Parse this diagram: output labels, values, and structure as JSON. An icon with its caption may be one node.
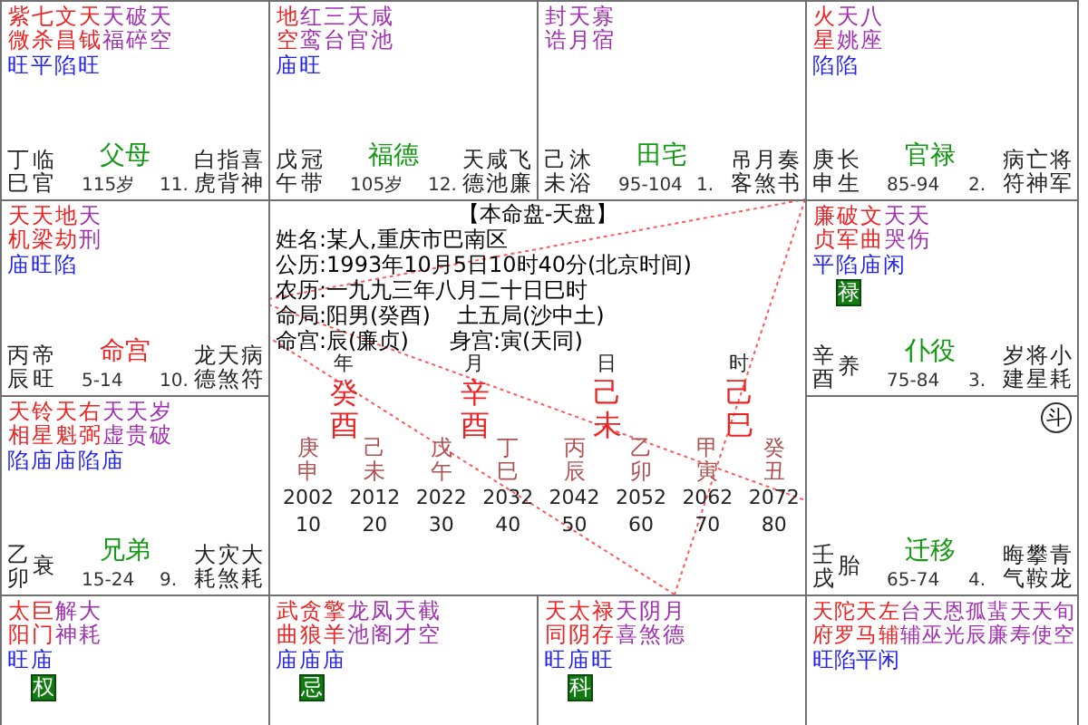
{
  "diagram": {
    "nodes": [
      {
        "text": [
          "紫微",
          "七杀",
          "文昌",
          "天钺",
          "天福",
          "破碎",
          "天空",
          "旺平陷旺",
          "丁巳",
          "临官",
          "父母",
          "115岁",
          "11.",
          "白虎",
          "指背",
          "喜神"
        ]
      },
      {
        "text": [
          "地空",
          "红鸾",
          "三台",
          "天官",
          "咸池",
          "庙旺",
          "戊午",
          "冠带",
          "福德",
          "105岁",
          "12.",
          "天德",
          "咸池",
          "飞廉"
        ]
      },
      {
        "text": [
          "封诰",
          "天月",
          "寡宿",
          "己未",
          "沐浴",
          "田宅",
          "95-104",
          "1.",
          "吊客",
          "月煞",
          "奏书"
        ]
      },
      {
        "text": [
          "火星",
          "天姚",
          "八座",
          "陷陷",
          "庚申",
          "长生",
          "官禄",
          "85-94",
          "2.",
          "病符",
          "亡神",
          "将军"
        ]
      },
      {
        "text": [
          "天机",
          "天梁",
          "地劫",
          "天刑",
          "庙旺陷",
          "丙辰",
          "帝旺",
          "命宫",
          "5-14",
          "10.",
          "龙德",
          "天煞",
          "病符"
        ]
      },
      {
        "text": [
          "廉贞",
          "破军",
          "文曲",
          "天哭",
          "天伤",
          "平陷庙闲",
          "禄",
          "辛酉",
          "养",
          "仆役",
          "75-84",
          "3.",
          "岁建",
          "将星",
          "小耗"
        ]
      },
      {
        "text": [
          "天相",
          "铃星",
          "天魁",
          "右弼",
          "天虚",
          "天贵",
          "岁破",
          "陷庙庙陷庙",
          "乙卯",
          "衰",
          "兄弟",
          "15-24",
          "9.",
          "大耗",
          "灾煞",
          "大耗"
        ]
      },
      {
        "text": [
          "斗",
          "壬戌",
          "胎",
          "迁移",
          "65-74",
          "4.",
          "晦气",
          "攀鞍",
          "青龙"
        ]
      },
      {
        "text": [
          "太阳",
          "巨门",
          "解神",
          "大耗",
          "旺庙",
          "权"
        ]
      },
      {
        "text": [
          "武曲",
          "贪狼",
          "擎羊",
          "龙池",
          "凤阁",
          "天才",
          "截空",
          "庙庙庙",
          "忌"
        ]
      },
      {
        "text": [
          "天同",
          "太阴",
          "禄存",
          "天喜",
          "阴煞",
          "月德",
          "旺庙旺",
          "科"
        ]
      },
      {
        "text": [
          "天府",
          "陀罗",
          "天马",
          "左辅",
          "台辅",
          "天巫",
          "恩光",
          "孤辰",
          "蜚廉",
          "天寿",
          "天使",
          "旬空",
          "旺陷平闲"
        ]
      }
    ],
    "edges": [
      {
        "from": 4,
        "to": 3,
        "arrow": "none",
        "style": "dashed",
        "color": "#ff5a5a"
      },
      {
        "from": 3,
        "to": 10,
        "arrow": "none",
        "style": "dashed",
        "color": "#ff5a5a"
      },
      {
        "from": 10,
        "to": 4,
        "arrow": "none",
        "style": "dashed",
        "color": "#ff5a5a"
      },
      {
        "from": 4,
        "to": 7,
        "arrow": "none",
        "style": "dashed",
        "color": "#ff5a5a"
      }
    ],
    "labels": [
      "【本命盘-天盘】",
      "姓名:某人,重庆市巴南区",
      "公历:1993年10月5日10时40分(北京时间)",
      "农历:一九九三年八月二十日巳时",
      "命局:阳男(癸酉)",
      "土五局(沙中土)",
      "命宫:辰(廉贞)",
      "身宫:寅(天同)",
      "年",
      "月",
      "日",
      "时",
      "癸酉",
      "辛酉",
      "己未",
      "己巳",
      "庚申",
      "2002",
      "10",
      "己未",
      "2012",
      "20",
      "戊午",
      "2022",
      "30",
      "丁巳",
      "2032",
      "40",
      "丙辰",
      "2042",
      "50",
      "乙卯",
      "2052",
      "60",
      "甲寅",
      "2062",
      "70",
      "癸丑",
      "2072",
      "80"
    ]
  }
}
